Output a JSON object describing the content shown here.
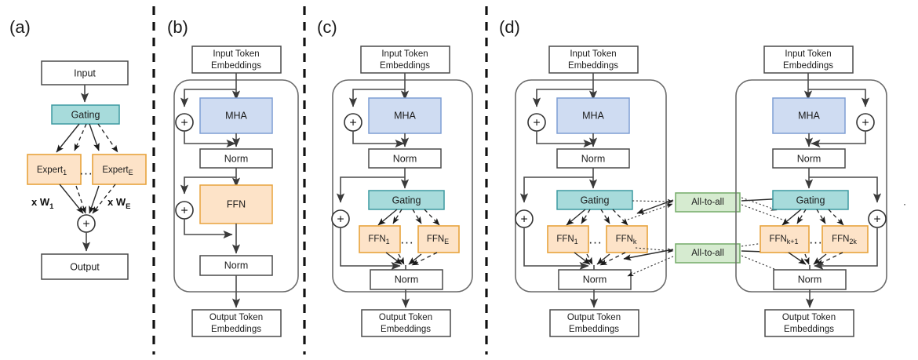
{
  "figure": {
    "title": "Mixture-of-Experts transformer architecture variants",
    "background": "#ffffff"
  },
  "colors": {
    "gating_fill": "#a7dbdb",
    "gating_stroke": "#3d9aa1",
    "expert_fill": "#fde3c8",
    "expert_stroke": "#e8a33d",
    "mha_fill": "#cfdcf2",
    "mha_stroke": "#7e9ed4",
    "alltoall_fill": "#d6ebd0",
    "alltoall_stroke": "#74ab68",
    "plain_fill": "#ffffff",
    "plain_stroke": "#4a4a4a",
    "line": "#4a4a4a",
    "separator": "#111111"
  },
  "panels": [
    {
      "id": "a",
      "label": "(a)",
      "nodes": {
        "input": "Input",
        "gating": "Gating",
        "expert_first": "Expert",
        "expert_first_sub": "1",
        "expert_last": "Expert",
        "expert_last_sub": "E",
        "ellipsis": "...",
        "weight_first": "x W",
        "weight_first_sub": "1",
        "weight_last": "x W",
        "weight_last_sub": "E",
        "adder": "+",
        "output": "Output"
      }
    },
    {
      "id": "b",
      "label": "(b)",
      "nodes": {
        "input_l1": "Input Token",
        "input_l2": "Embeddings",
        "mha": "MHA",
        "norm1": "Norm",
        "ffn": "FFN",
        "norm2": "Norm",
        "adder1": "+",
        "adder2": "+",
        "output_l1": "Output Token",
        "output_l2": "Embeddings"
      }
    },
    {
      "id": "c",
      "label": "(c)",
      "nodes": {
        "input_l1": "Input Token",
        "input_l2": "Embeddings",
        "mha": "MHA",
        "norm1": "Norm",
        "gating": "Gating",
        "ffn_first": "FFN",
        "ffn_first_sub": "1",
        "ffn_last": "FFN",
        "ffn_last_sub": "E",
        "ellipsis": "...",
        "norm2": "Norm",
        "adder1": "+",
        "adder2": "+",
        "output_l1": "Output Token",
        "output_l2": "Embeddings"
      }
    },
    {
      "id": "d",
      "label": "(d)",
      "trailing_dot": ".",
      "left": {
        "input_l1": "Input Token",
        "input_l2": "Embeddings",
        "mha": "MHA",
        "norm1": "Norm",
        "gating": "Gating",
        "ffn_first": "FFN",
        "ffn_first_sub": "1",
        "ffn_last": "FFN",
        "ffn_last_sub": "k",
        "ellipsis": "...",
        "norm2": "Norm",
        "adder1": "+",
        "adder2": "+",
        "output_l1": "Output Token",
        "output_l2": "Embeddings"
      },
      "right": {
        "input_l1": "Input Token",
        "input_l2": "Embeddings",
        "mha": "MHA",
        "norm1": "Norm",
        "gating": "Gating",
        "ffn_first": "FFN",
        "ffn_first_sub": "k+1",
        "ffn_last": "FFN",
        "ffn_last_sub": "2k",
        "ellipsis": "...",
        "norm2": "Norm",
        "adder1": "+",
        "adder2": "+",
        "output_l1": "Output Token",
        "output_l2": "Embeddings"
      },
      "alltoall_top": "All-to-all",
      "alltoall_bottom": "All-to-all"
    }
  ]
}
